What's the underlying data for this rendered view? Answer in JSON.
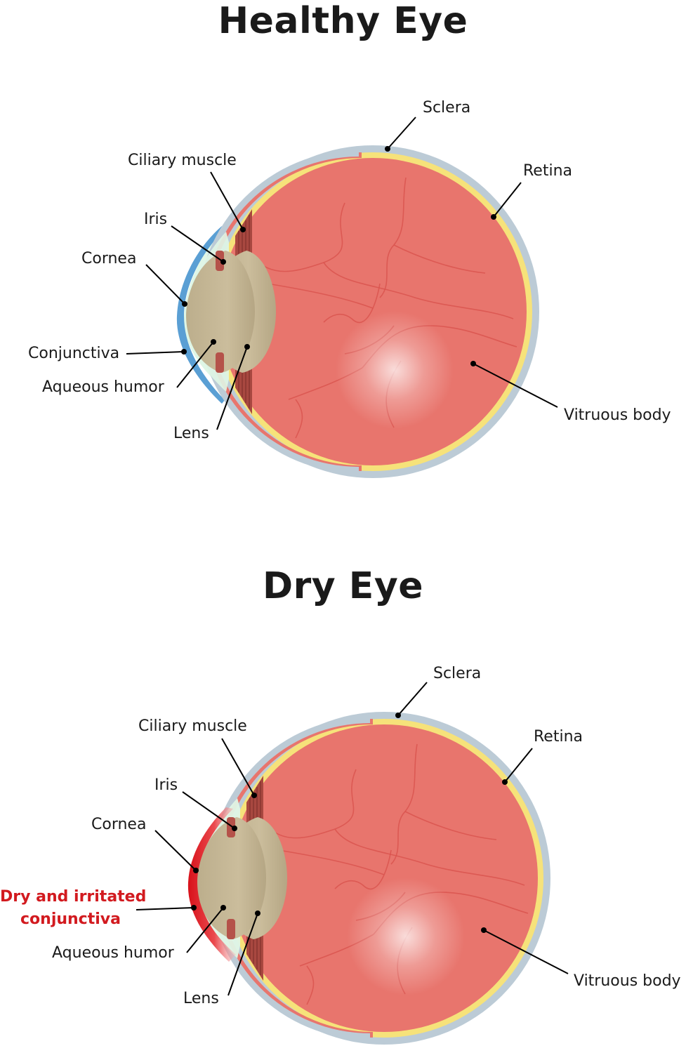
{
  "diagrams": [
    {
      "title": "Healthy Eye",
      "labels": {
        "sclera": "Sclera",
        "retina": "Retina",
        "ciliary_muscle": "Ciliary muscle",
        "iris": "Iris",
        "cornea": "Cornea",
        "conjunctiva": "Conjunctiva",
        "aqueous_humor": "Aqueous humor",
        "lens": "Lens",
        "vitreous_body": "Vitruous body"
      }
    },
    {
      "title": "Dry Eye",
      "labels": {
        "sclera": "Sclera",
        "retina": "Retina",
        "ciliary_muscle": "Ciliary muscle",
        "iris": "Iris",
        "cornea": "Cornea",
        "dry_conjunctiva_line1": "Dry and irritated",
        "dry_conjunctiva_line2": "conjunctiva",
        "aqueous_humor": "Aqueous humor",
        "lens": "Lens",
        "vitreous_body": "Vitruous body"
      }
    }
  ],
  "colors": {
    "sclera": "#bccbd6",
    "retina": "#f6e27a",
    "vitreous": "#e8756d",
    "ciliary": "#a84840",
    "lens": "#c9bb9a",
    "aqueous": "#dff6e6",
    "cornea_healthy": "#5a9fd4",
    "cornea_dry": "#e01b24",
    "highlight_red": "#d21a1f"
  }
}
